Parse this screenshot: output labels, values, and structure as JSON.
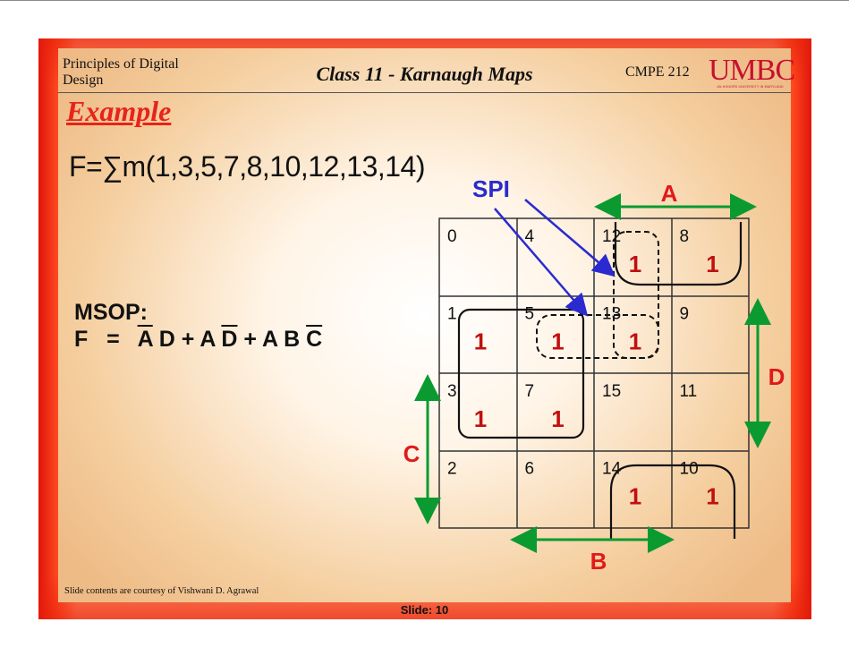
{
  "header": {
    "course": "Principles of Digital Design",
    "title": "Class 11 - Karnaugh Maps",
    "code": "CMPE 212",
    "logo_text": "UMBC",
    "logo_tagline": "AN HONORS UNIVERSITY IN MARYLAND"
  },
  "heading": "Example",
  "function": "F=∑m(1,3,5,7,8,10,12,13,14)",
  "msop": {
    "label": "MSOP:",
    "lhs": "F   =   ",
    "term1": "A",
    "term1_rest": " D + A ",
    "term2": "D",
    "term2_rest": " + A B ",
    "term3": "C"
  },
  "kmap": {
    "cell_numbers": [
      [
        "0",
        "4",
        "12",
        "8"
      ],
      [
        "1",
        "5",
        "13",
        "9"
      ],
      [
        "3",
        "7",
        "15",
        "11"
      ],
      [
        "2",
        "6",
        "14",
        "10"
      ]
    ],
    "ones": [
      [
        false,
        false,
        true,
        true
      ],
      [
        true,
        true,
        true,
        false
      ],
      [
        true,
        true,
        false,
        false
      ],
      [
        false,
        false,
        true,
        true
      ]
    ],
    "one_symbol": "1",
    "labels": {
      "A": "A",
      "B": "B",
      "C": "C",
      "D": "D"
    },
    "spi_label": "SPI",
    "colors": {
      "one": "#c01010",
      "label": "#e01a1a",
      "spi": "#2a2ad0",
      "arrows": "#0a9a30"
    }
  },
  "footer": {
    "credit": "Slide contents are courtesy of  Vishwani D. Agrawal",
    "slide": "Slide: 10"
  }
}
